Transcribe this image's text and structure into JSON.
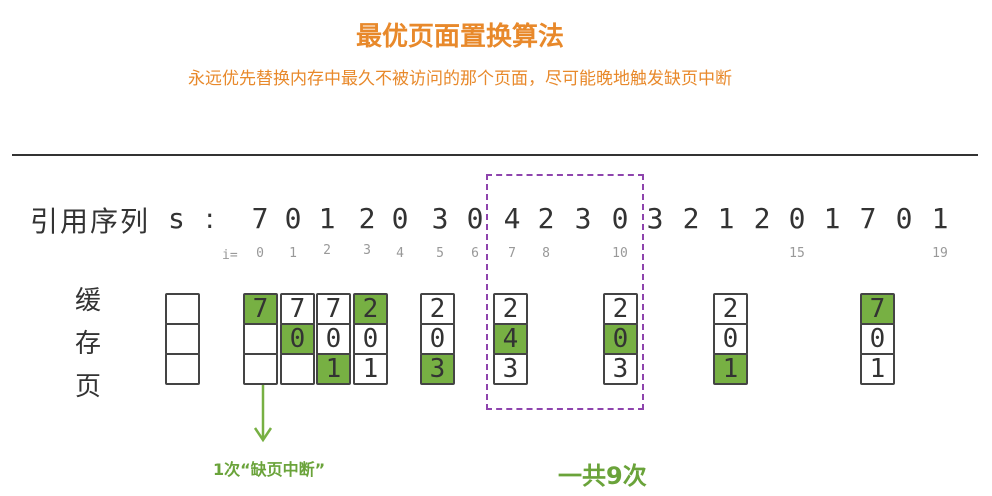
{
  "title": "最优页面置换算法",
  "subtitle": "永远优先替换内存中最久不被访问的那个页面，尽可能晚地触发缺页中断",
  "sequence_label": "引用序列",
  "sequence_var": "s",
  "sequence_colon": ":",
  "sequence": [
    "7",
    "0",
    "1",
    "2",
    "0",
    "3",
    "0",
    "4",
    "2",
    "3",
    "0",
    "3",
    "2",
    "1",
    "2",
    "0",
    "1",
    "7",
    "0",
    "1"
  ],
  "index_prefix": "i=",
  "index_labels": [
    {
      "i": 0,
      "label": "0"
    },
    {
      "i": 1,
      "label": "1"
    },
    {
      "i": 2,
      "label": "2"
    },
    {
      "i": 3,
      "label": "3"
    },
    {
      "i": 4,
      "label": "4"
    },
    {
      "i": 5,
      "label": "5"
    },
    {
      "i": 6,
      "label": "6"
    },
    {
      "i": 7,
      "label": "7"
    },
    {
      "i": 8,
      "label": "8"
    },
    {
      "i": 10,
      "label": "10"
    },
    {
      "i": 15,
      "label": "15"
    },
    {
      "i": 19,
      "label": "19"
    }
  ],
  "cache_label": [
    "缓",
    "存",
    "页"
  ],
  "frames": [
    {
      "cells": [
        "",
        "",
        ""
      ],
      "hits": [
        false,
        false,
        false
      ]
    },
    {
      "cells": [
        "7",
        "",
        ""
      ],
      "hits": [
        true,
        false,
        false
      ]
    },
    {
      "cells": [
        "7",
        "0",
        ""
      ],
      "hits": [
        false,
        true,
        false
      ]
    },
    {
      "cells": [
        "7",
        "0",
        "1"
      ],
      "hits": [
        false,
        false,
        true
      ]
    },
    {
      "cells": [
        "2",
        "0",
        "1"
      ],
      "hits": [
        true,
        false,
        false
      ]
    },
    {
      "cells": [
        "2",
        "0",
        "3"
      ],
      "hits": [
        false,
        false,
        true
      ]
    },
    {
      "cells": [
        "2",
        "4",
        "3"
      ],
      "hits": [
        false,
        true,
        false
      ]
    },
    {
      "cells": [
        "2",
        "0",
        "3"
      ],
      "hits": [
        false,
        true,
        false
      ]
    },
    {
      "cells": [
        "2",
        "0",
        "1"
      ],
      "hits": [
        false,
        false,
        true
      ]
    },
    {
      "cells": [
        "7",
        "0",
        "1"
      ],
      "hits": [
        true,
        false,
        false
      ]
    }
  ],
  "fault_note": "1次“缺页中断”",
  "total": "一共9次",
  "colors": {
    "accent": "#e8892b",
    "fault": "#77b043",
    "highlight": "#8e44ad"
  }
}
